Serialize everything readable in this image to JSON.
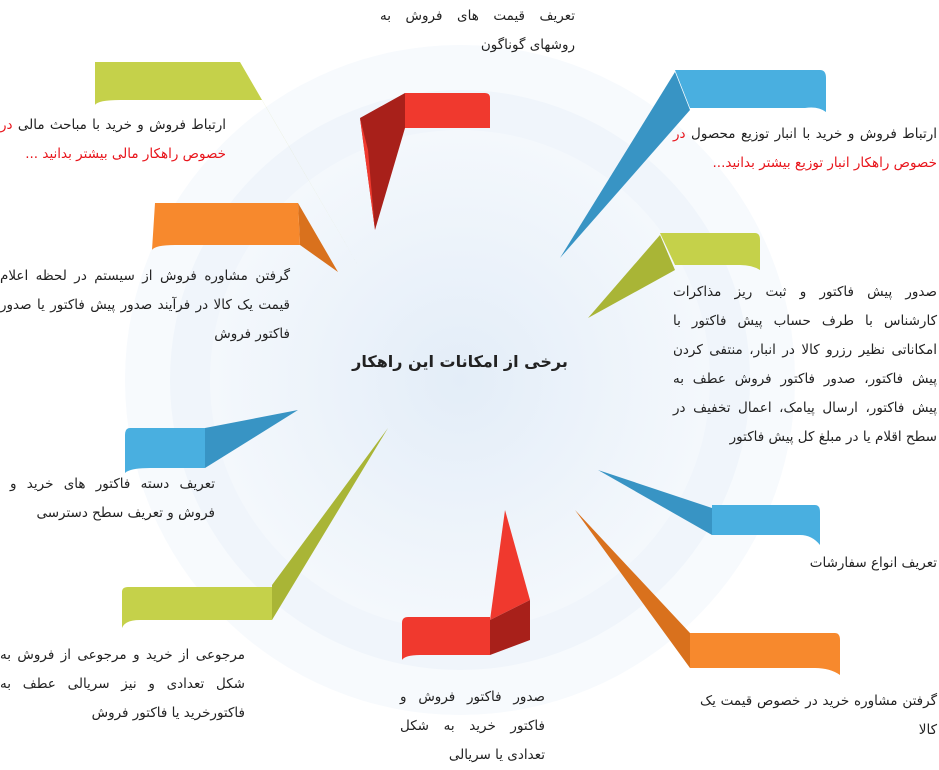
{
  "title": "برخی از امکانات این راهکار",
  "colors": {
    "green": "#c5d14a",
    "orange": "#f7892d",
    "red": "#f0392e",
    "blue": "#49afe0"
  },
  "items": [
    {
      "id": "pricing",
      "text": "تعریف قیمت های فروش به روشهای گوناگون",
      "color": "red"
    },
    {
      "id": "finance",
      "text": "ارتباط فروش و خرید با مباحث مالی",
      "link": "در خصوص راهکار مالی بیشتر بدانید ...",
      "color": "green"
    },
    {
      "id": "warehouse",
      "text": "ارتباط فروش و خرید با انبار توزیع محصول",
      "link": "در خصوص راهکار انبار توزیع بیشتر بدانید...",
      "color": "blue"
    },
    {
      "id": "sales-advice",
      "text": "گرفتن مشاوره فروش از سیستم در لحظه اعلام قیمت یک کالا در فرآیند صدور پیش فاکتور یا صدور فاکتور فروش",
      "color": "orange"
    },
    {
      "id": "proforma",
      "text": "صدور پیش فاکتور و ثبت ریز مذاکرات کارشناس با طرف حساب پیش فاکتور با امکاناتی نظیر رزرو کالا در انبار، منتفی کردن پیش فاکتور، صدور فاکتور فروش عطف به پیش فاکتور، ارسال پیامک، اعمال تخفیف در سطح اقلام یا در مبلغ کل پیش فاکتور",
      "color": "green"
    },
    {
      "id": "invoice-groups",
      "text": "تعریف دسته فاکتور های خرید و فروش و تعریف سطح دسترسی",
      "color": "blue"
    },
    {
      "id": "orders",
      "text": "تعریف انواع سفارشات",
      "color": "blue"
    },
    {
      "id": "returns",
      "text": "مرجوعی از خرید و مرجوعی از فروش به شکل تعدادی و نیز سریالی عطف به فاکتورخرید یا فاکتور فروش",
      "color": "green"
    },
    {
      "id": "invoices",
      "text": "صدور فاکتور فروش و فاکتور خرید به شکل تعدادی یا سریالی",
      "color": "red"
    },
    {
      "id": "purchase-advice",
      "text": "گرفتن مشاوره خرید در خصوص قیمت یک کالا",
      "color": "orange"
    }
  ]
}
